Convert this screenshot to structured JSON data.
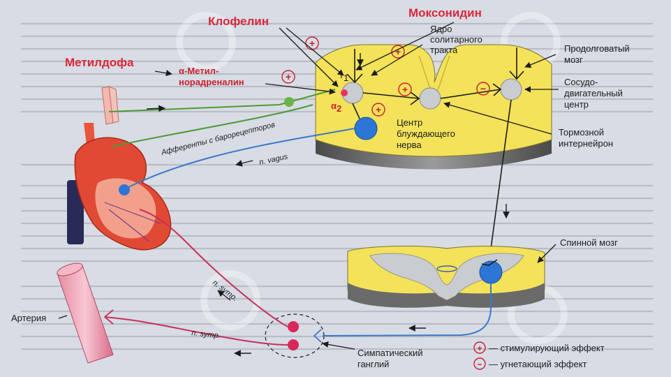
{
  "labels": {
    "metildopa": "Метилдофа",
    "klofelin": "Клофелин",
    "moksonidin": "Моксонидин",
    "alpha_methyl_l1": "α-Метил-",
    "alpha_methyl_l2": "норадреналин",
    "yadro_l1": "Ядро",
    "yadro_l2": "солитарного",
    "yadro_l3": "тракта",
    "prodolg_l1": "Продолговатый",
    "prodolg_l2": "мозг",
    "sosud_l1": "Сосудо-",
    "sosud_l2": "двигательный",
    "sosud_l3": "центр",
    "tormoz_l1": "Тормозной",
    "tormoz_l2": "интернейрон",
    "center_l1": "Центр",
    "center_l2": "блуждающего",
    "center_l3": "нерва",
    "afferents": "Афференты с барорецепторов",
    "n_vagus": "n. vagus",
    "spinal_cord": "Спинной мозг",
    "artery": "Артерия",
    "n_symp_1": "n. symp.",
    "n_symp_2": "n. symp.",
    "ganglion_l1": "Симпатический",
    "ganglion_l2": "ганглий",
    "receptor_i1": "I",
    "receptor_i1_sub": "1",
    "receptor_a2": "α",
    "receptor_a2_sub": "2",
    "legend_plus_symbol": "+",
    "legend_minus_symbol": "−",
    "legend_stim": "— стимулирующий эффект",
    "legend_inhib": "— угнетающий эффект"
  },
  "colors": {
    "drug_red": "#d8283c",
    "afferent_green": "#4c9a36",
    "vagus_blue": "#3a78c8",
    "symp_crimson": "#c8305a",
    "medulla_yellow": "#f3e25a",
    "neuron_blue": "#2b76d6",
    "neuron_gray": "#c9ccd0"
  }
}
